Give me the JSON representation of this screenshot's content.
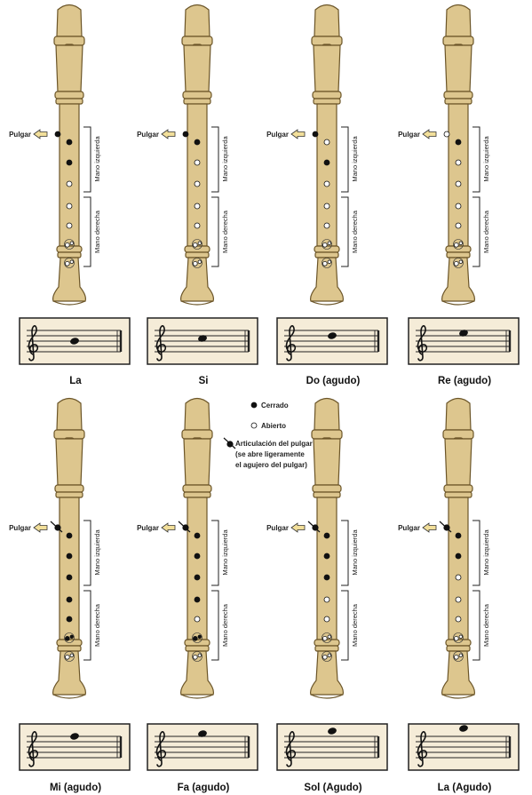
{
  "labels": {
    "thumb": "Pulgar",
    "left_hand": "Mano izquierda",
    "right_hand": "Mano derecha"
  },
  "legend": {
    "closed": "Cerrado",
    "open": "Abierto",
    "half_line1": "Articulación del pulgar",
    "half_line2": "(se abre ligeramente",
    "half_line3": "el agujero del pulgar)"
  },
  "colors": {
    "wood": "#ddc68e",
    "wood_dark": "#6b5528",
    "staff_bg": "#f5ecd8",
    "hole_closed": "#111111",
    "hole_open": "#ffffff",
    "arrow": "#f2df9a"
  },
  "fingerings": [
    {
      "note": "La",
      "thumb": "closed",
      "holes": [
        "closed",
        "closed",
        "open",
        "open",
        "open",
        "double-open",
        "double-open"
      ],
      "note_step": 6
    },
    {
      "note": "Si",
      "thumb": "closed",
      "holes": [
        "closed",
        "open",
        "open",
        "open",
        "open",
        "double-open",
        "double-open"
      ],
      "note_step": 7
    },
    {
      "note": "Do (agudo)",
      "thumb": "closed",
      "holes": [
        "open",
        "closed",
        "open",
        "open",
        "open",
        "double-open",
        "double-open"
      ],
      "note_step": 8
    },
    {
      "note": "Re (agudo)",
      "thumb": "open",
      "holes": [
        "closed",
        "open",
        "open",
        "open",
        "open",
        "double-open",
        "double-open"
      ],
      "note_step": 9
    },
    {
      "note": "Mi (agudo)",
      "thumb": "half",
      "holes": [
        "closed",
        "closed",
        "closed",
        "closed",
        "closed",
        "double-closed",
        "double-open"
      ],
      "note_step": 10
    },
    {
      "note": "Fa (agudo)",
      "thumb": "half",
      "holes": [
        "closed",
        "closed",
        "closed",
        "closed",
        "open",
        "double-closed",
        "double-open"
      ],
      "note_step": 11
    },
    {
      "note": "Sol (Agudo)",
      "thumb": "half",
      "holes": [
        "closed",
        "closed",
        "closed",
        "open",
        "open",
        "double-open",
        "double-open"
      ],
      "note_step": 12
    },
    {
      "note": "La (Agudo)",
      "thumb": "half",
      "holes": [
        "closed",
        "closed",
        "open",
        "open",
        "open",
        "double-open",
        "double-open"
      ],
      "note_step": 13
    }
  ]
}
